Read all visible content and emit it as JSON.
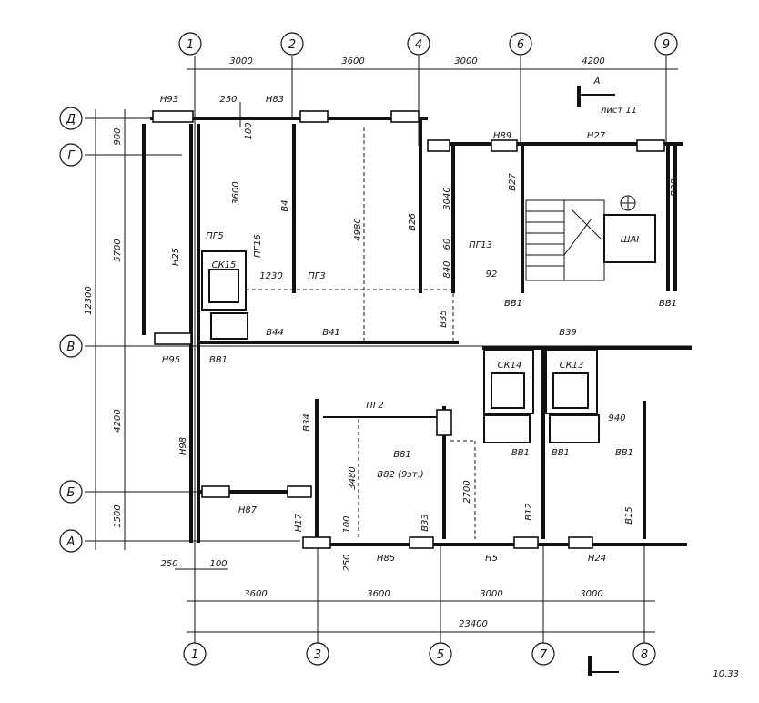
{
  "axes": {
    "top": [
      "1",
      "2",
      "4",
      "6",
      "9"
    ],
    "bottom": [
      "1",
      "3",
      "5",
      "7",
      "8"
    ],
    "left": [
      "Д",
      "Г",
      "В",
      "Б",
      "А"
    ]
  },
  "dimensions": {
    "top_spans": [
      "3000",
      "3600",
      "3000",
      "4200"
    ],
    "bottom_spans": [
      "3600",
      "3600",
      "3000",
      "3000"
    ],
    "bottom_total": "23400",
    "left_spans": [
      "900",
      "5700",
      "4200",
      "1500"
    ],
    "left_total": "12300",
    "offsets": [
      "250",
      "100"
    ],
    "interior": [
      "250",
      "100",
      "3600",
      "4980",
      "3040",
      "60",
      "840",
      "1230",
      "3480",
      "2700",
      "940",
      "100",
      "250",
      "92"
    ]
  },
  "elements": {
    "exterior_top": [
      "Н93",
      "Н83",
      "Н89",
      "Н27"
    ],
    "exterior_left": [
      "Н95",
      "Н98",
      "Н25",
      "Н87",
      "Н17"
    ],
    "exterior_bottom": [
      "Н85",
      "Н5",
      "Н24"
    ],
    "partitions": [
      "В4",
      "В26",
      "В27",
      "В28",
      "В44",
      "В41",
      "В35",
      "В39",
      "В34",
      "В33",
      "В12",
      "В15",
      "В81",
      "В82 (9эт.)"
    ],
    "lintels": [
      "ПГ5",
      "ПГ16",
      "ПГ3",
      "ПГ13",
      "ПГ2"
    ],
    "bathroom_units": [
      "СК15",
      "СК14",
      "СК13"
    ],
    "bb81_tags": [
      "ВВ1",
      "ВВ1",
      "ВВ1",
      "ВВ1",
      "ВВ1",
      "ВВ1"
    ],
    "shaft": "ШАI"
  },
  "annotations": {
    "section_letter": "А",
    "sheet_ref": "лист 11",
    "corner_number": "10.33"
  }
}
